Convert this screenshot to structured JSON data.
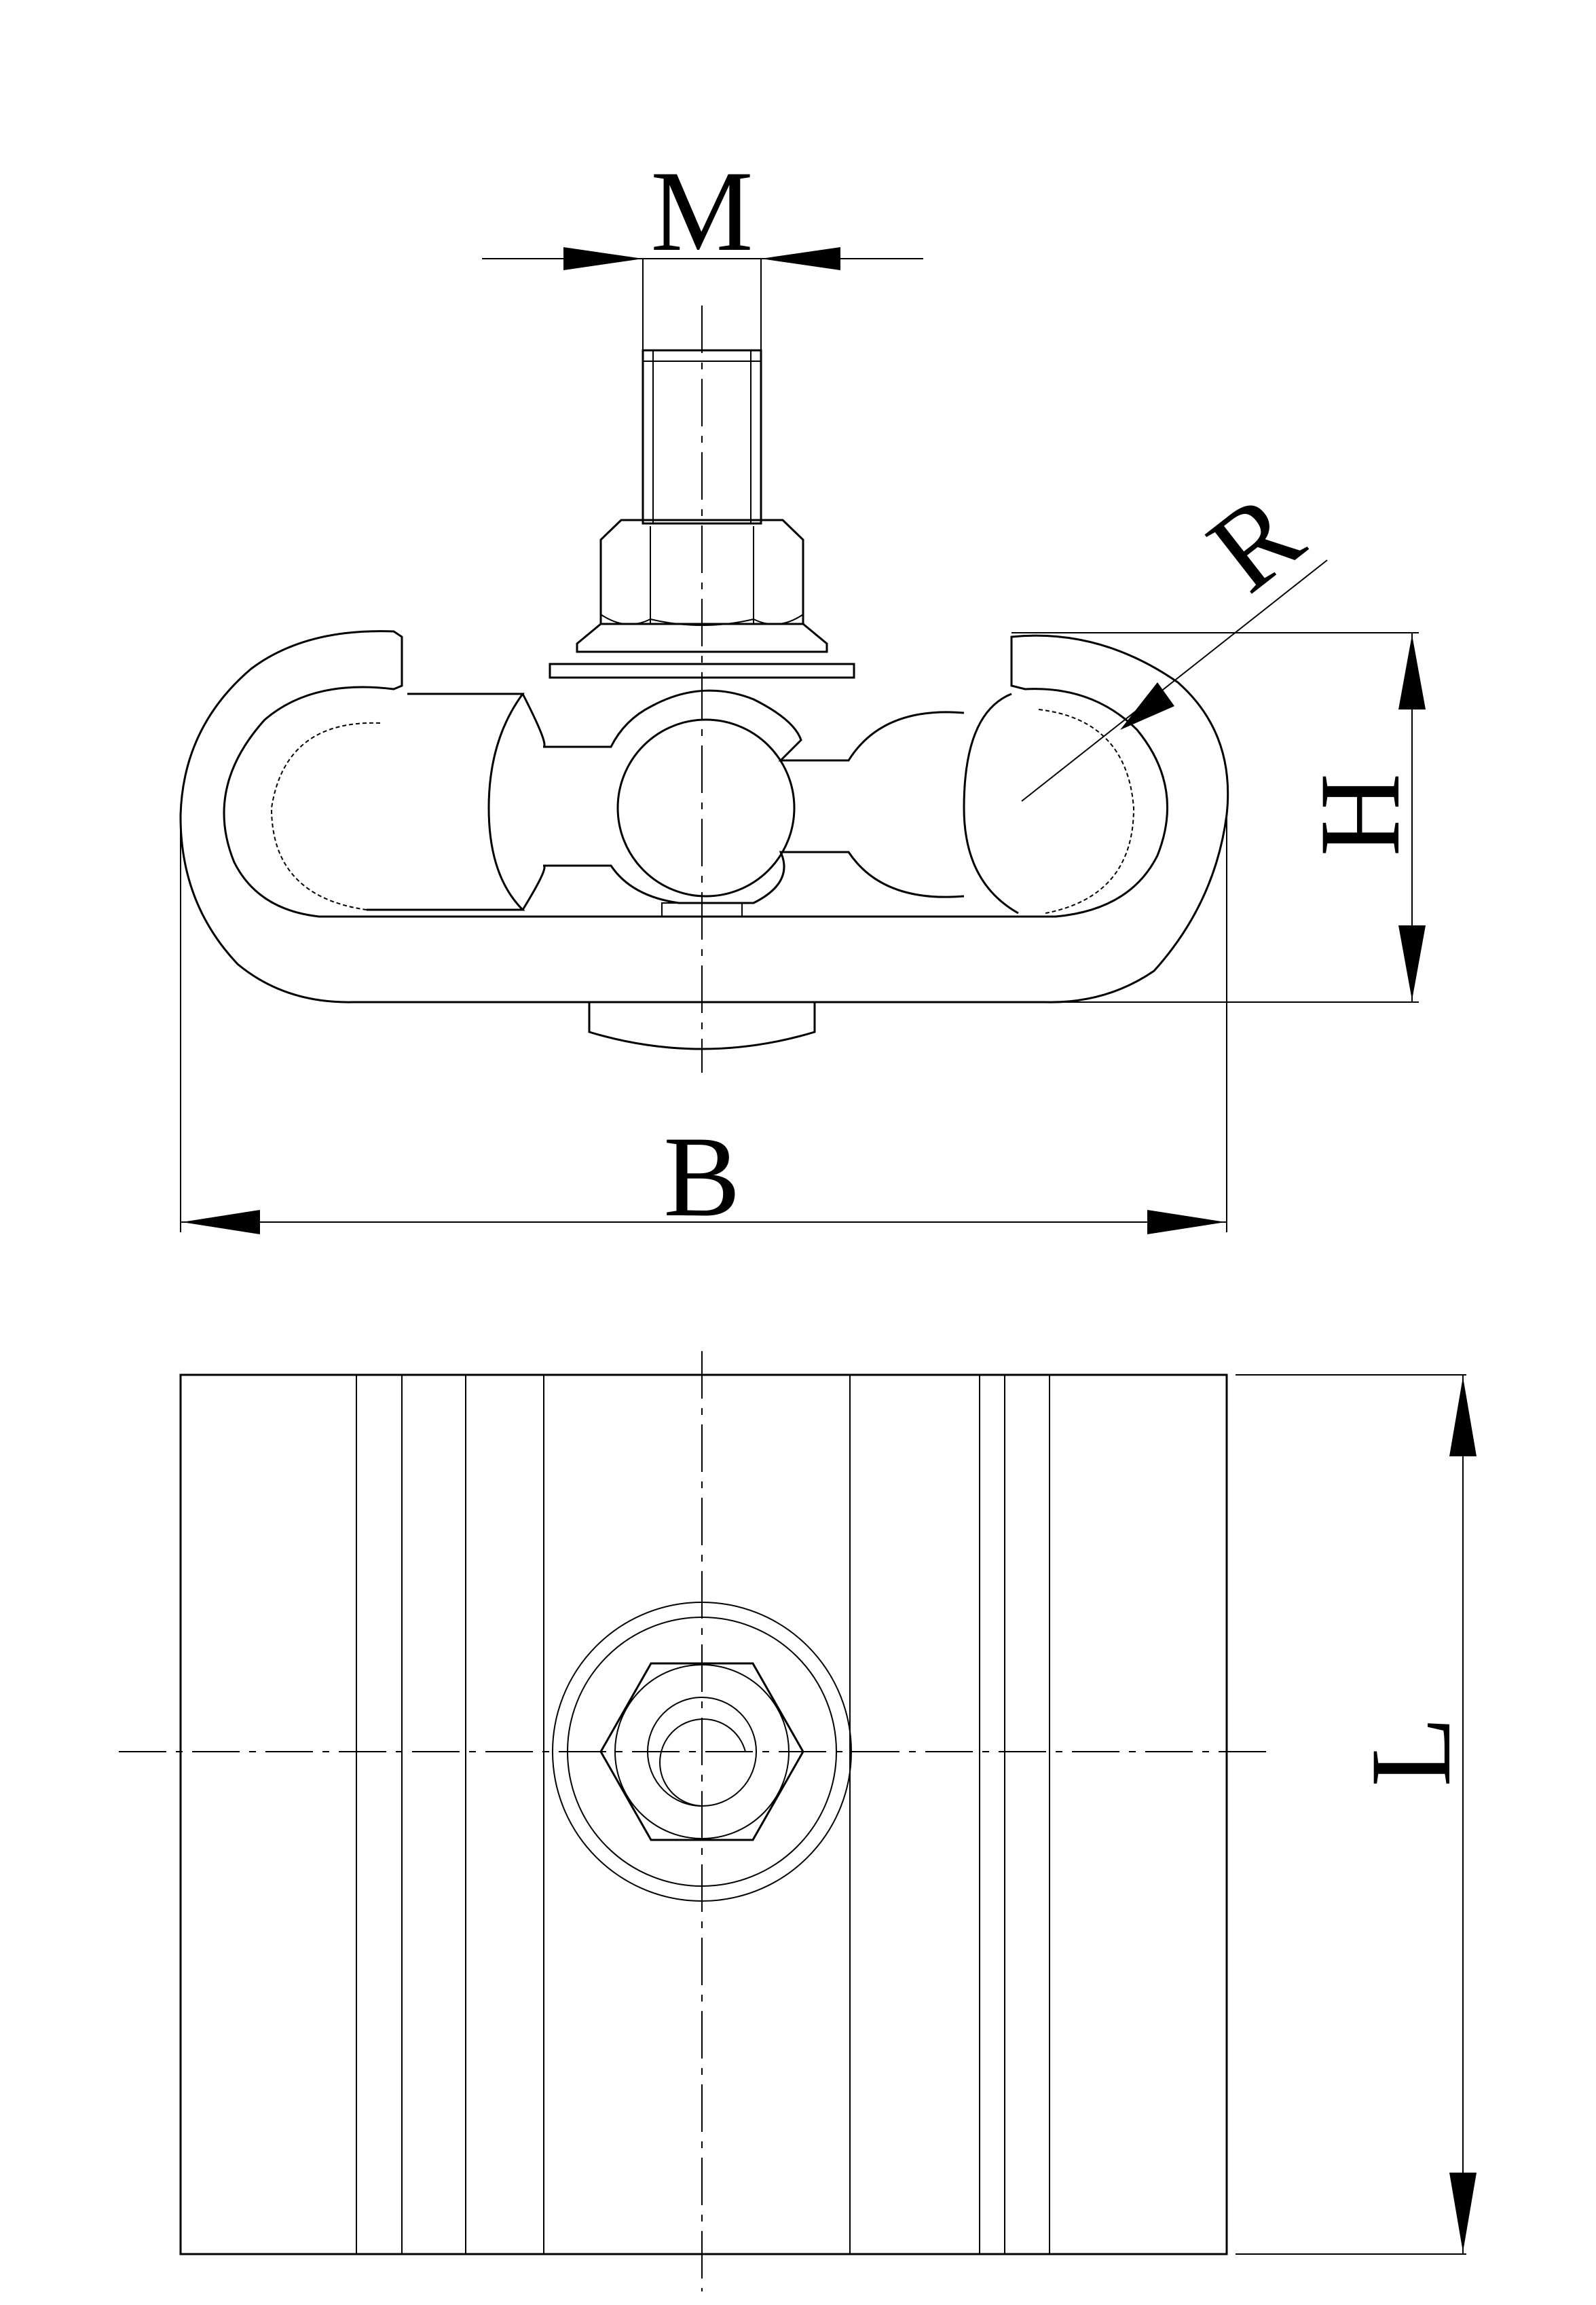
{
  "drawing": {
    "title": "Clamp connector dimension drawing",
    "views": [
      "front-view",
      "top-view"
    ],
    "line_color": "#000000",
    "background_color": "#ffffff"
  },
  "dimensions": {
    "bolt_diameter": {
      "label": "M"
    },
    "radius": {
      "label": "R"
    },
    "height": {
      "label": "H"
    },
    "width": {
      "label": "B"
    },
    "length": {
      "label": "L"
    }
  }
}
